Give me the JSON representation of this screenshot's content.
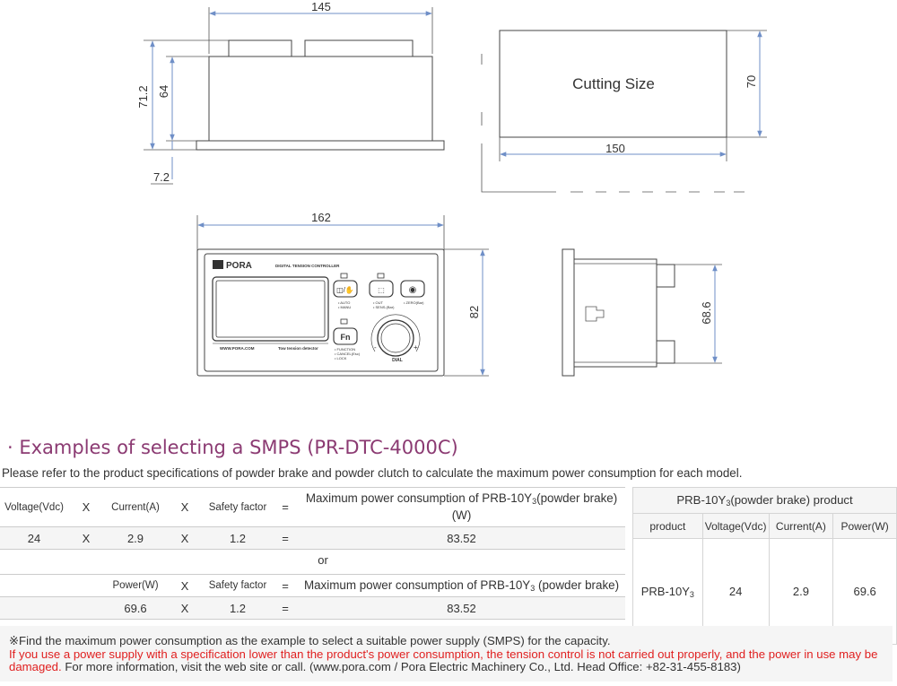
{
  "drawing": {
    "dims": {
      "top_width": "145",
      "total_height": "71.2",
      "body_height": "64",
      "flange": "7.2",
      "cut_width": "150",
      "cut_height": "70",
      "front_width": "162",
      "front_height": "82",
      "side_height": "68.6"
    },
    "cutting_size_label": "Cutting Size",
    "panel": {
      "logo_text": "PORA",
      "model_title": "DIGITAL TENSION CONTROLLER",
      "website": "WWW.PORA.COM",
      "tension_label": "Tow tension detector",
      "auto_label": "• AUTO",
      "manu_label": "• MANU",
      "out_label": "• OUT",
      "sens_label": "• SENS.(Bar)",
      "zero_label": "• ZERO(Bar)",
      "fn_label": "Fn",
      "function_label": "• FUNCTION",
      "cancel_label": "• CANCEL(Esc)",
      "lock_label": "• LOCK",
      "dial_label": "DIAL",
      "minus": "-",
      "plus": "+"
    }
  },
  "section": {
    "heading": "· Examples of selecting a SMPS (PR-DTC-4000C)",
    "intro": "Please refer to the product specifications of powder brake and powder clutch to calculate the maximum power consumption for each model."
  },
  "calc1": {
    "h_voltage": "Voltage(Vdc)",
    "x": "X",
    "h_current": "Current(A)",
    "h_safety": "Safety factor",
    "eq": "=",
    "h_result_line1": "Maximum power consumption of PRB-10Y",
    "h_result_sub": "3",
    "h_result_line1_end": "(powder brake)",
    "h_result_line2": "(W)",
    "v_voltage": "24",
    "v_current": "2.9",
    "v_safety": "1.2",
    "v_result": "83.52"
  },
  "or_label": "or",
  "calc2": {
    "h_power": "Power(W)",
    "x": "X",
    "h_safety": "Safety factor",
    "eq": "=",
    "h_result": "Maximum power consumption of PRB-10Y",
    "h_result_sub": "3",
    "h_result_end": " (powder brake)",
    "v_power": "69.6",
    "v_safety": "1.2",
    "v_result": "83.52"
  },
  "product_table": {
    "title_pre": "PRB-10Y",
    "title_sub": "3",
    "title_post": "(powder brake) product",
    "headers": [
      "product",
      "Voltage(Vdc)",
      "Current(A)",
      "Power(W)"
    ],
    "product_pre": "PRB-10Y",
    "product_sub": "3",
    "voltage": "24",
    "current": "2.9",
    "power": "69.6"
  },
  "note": {
    "line1": "※Find the maximum power consumption as the example to select a suitable power supply (SMPS) for the capacity.",
    "warning": "If you use a power supply with a specification lower than the product's power consumption, the tension control is not carried out properly, and the power in use may be damaged.",
    "info": " For more information, visit the web site or call. (www.pora.com / Pora Electric Machinery Co., Ltd.   Head Office: +82-31-455-8183)"
  }
}
